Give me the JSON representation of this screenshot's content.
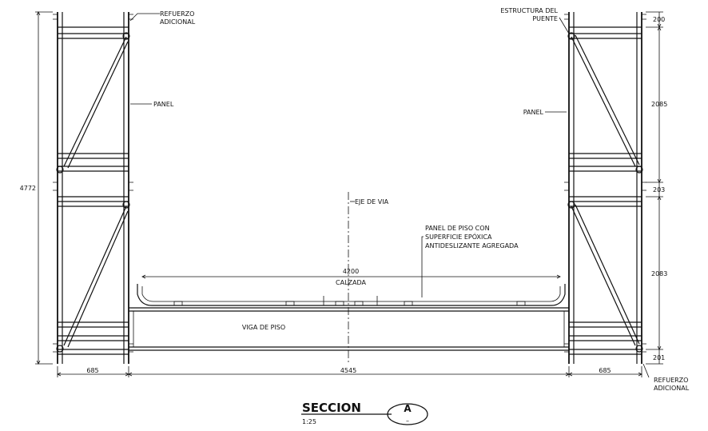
{
  "labels": {
    "refuerzo_top": [
      "REFUERZO",
      "ADICIONAL"
    ],
    "estructura": [
      "ESTRUCTURA DEL",
      "PUENTE"
    ],
    "panel_left": "PANEL",
    "panel_right": "PANEL",
    "eje": "EJE DE VIA",
    "panel_piso": [
      "PANEL DE PISO CON",
      "SUPERFICIE EPÓXICA",
      "ANTIDESLIZANTE AGREGADA"
    ],
    "calzada": "CALZADA",
    "viga": "VIGA DE PISO",
    "refuerzo_bottom": [
      "REFUERZO",
      "ADICIONAL"
    ]
  },
  "dimensions": {
    "total_height": "4772",
    "right_200": "200",
    "right_2085": "2085",
    "right_203": "203",
    "right_2083": "2083",
    "right_201": "201",
    "width_calzada": "4200",
    "bottom_left": "685",
    "bottom_mid": "4545",
    "bottom_right": "685"
  },
  "title_block": {
    "title": "SECCION",
    "scale": "1:25",
    "callout_letter": "A",
    "callout_sub": "–"
  }
}
